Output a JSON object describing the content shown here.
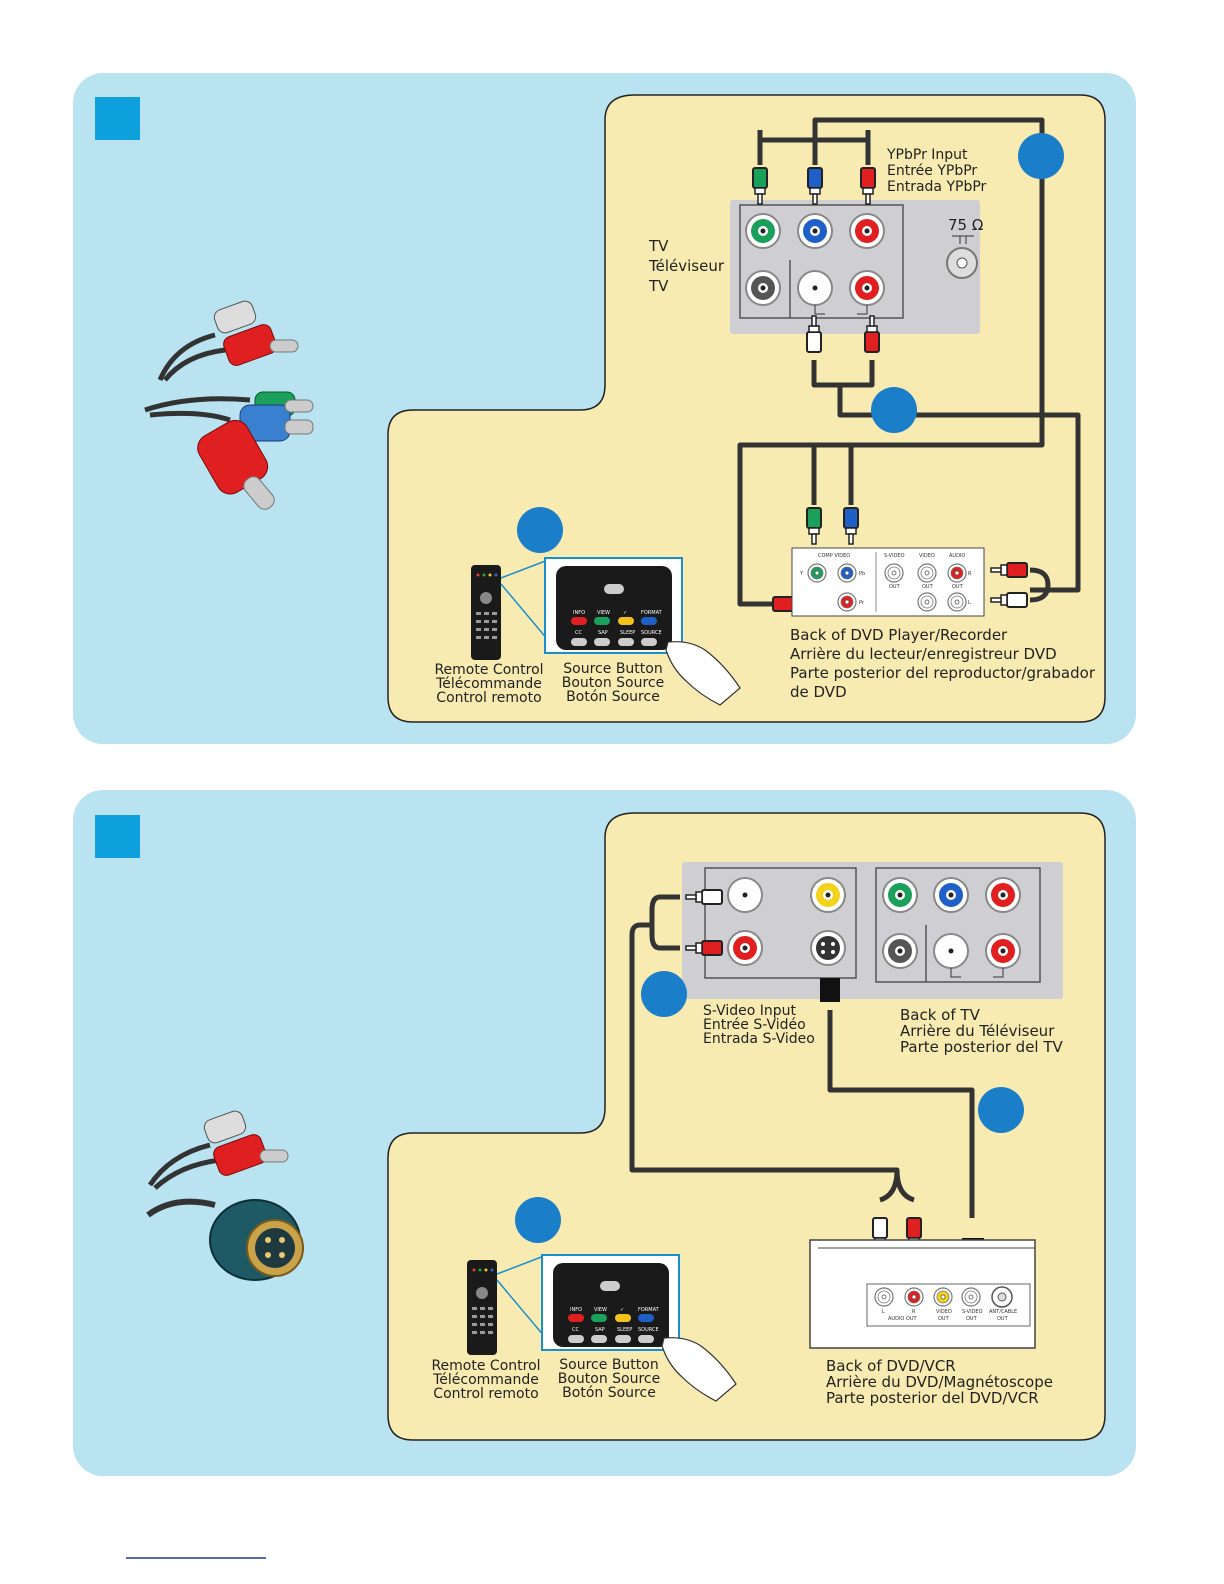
{
  "colors": {
    "panel_bg": "#b9e3f0",
    "area_bg": "#f8ebb2",
    "step_badge": "#0ea0dc",
    "green": "#1aa05a",
    "blue": "#1f5fc8",
    "red": "#e02020",
    "yellow": "#f2d21a"
  },
  "panel1": {
    "tv_label": [
      "TV",
      "Téléviseur",
      "TV"
    ],
    "ypbpr_label": [
      "YPbPr Input",
      "Entrée YPbPr",
      "Entrada YPbPr"
    ],
    "ohm_label": "75 Ω",
    "dvd_jacks": {
      "comp_video": "COMP VIDEO",
      "y": "Y",
      "pb": "Pb",
      "pr": "Pr",
      "svideo": "S-VIDEO",
      "video": "VIDEO",
      "audio": "AUDIO",
      "out": "OUT",
      "r": "R",
      "l": "L"
    },
    "dvd_label": [
      "Back of DVD Player/Recorder",
      "Arrière du lecteur/enregistreur DVD",
      "Parte posterior del reproductor/grabador",
      "de DVD"
    ],
    "remote_label": [
      "Remote Control",
      "Télécommande",
      "Control remoto"
    ],
    "source_label": [
      "Source Button",
      "Bouton Source",
      "Botón Source"
    ],
    "remote_buttons": [
      "INFO",
      "VIEW",
      "✓",
      "FORMAT",
      "CC",
      "SAP",
      "SLEEP",
      "SOURCE"
    ]
  },
  "panel2": {
    "svideo_label": [
      "S-Video Input",
      "Entrée S-Vidéo",
      "Entrada S-Video"
    ],
    "tv_label": [
      "Back of TV",
      "Arrière du Téléviseur",
      "Parte posterior del TV"
    ],
    "vcr_jacks": {
      "l": "L",
      "r": "R",
      "video": "VIDEO",
      "svideo": "S-VIDEO",
      "ant": "ANT/CABLE",
      "audio_out": "AUDIO OUT",
      "out": "OUT"
    },
    "vcr_label": [
      "Back of DVD/VCR",
      "Arrière du DVD/Magnétoscope",
      "Parte posterior del DVD/VCR"
    ],
    "remote_label": [
      "Remote Control",
      "Télécommande",
      "Control remoto"
    ],
    "source_label": [
      "Source Button",
      "Bouton Source",
      "Botón Source"
    ],
    "remote_buttons": [
      "INFO",
      "VIEW",
      "✓",
      "FORMAT",
      "CC",
      "SAP",
      "SLEEP",
      "SOURCE"
    ]
  }
}
